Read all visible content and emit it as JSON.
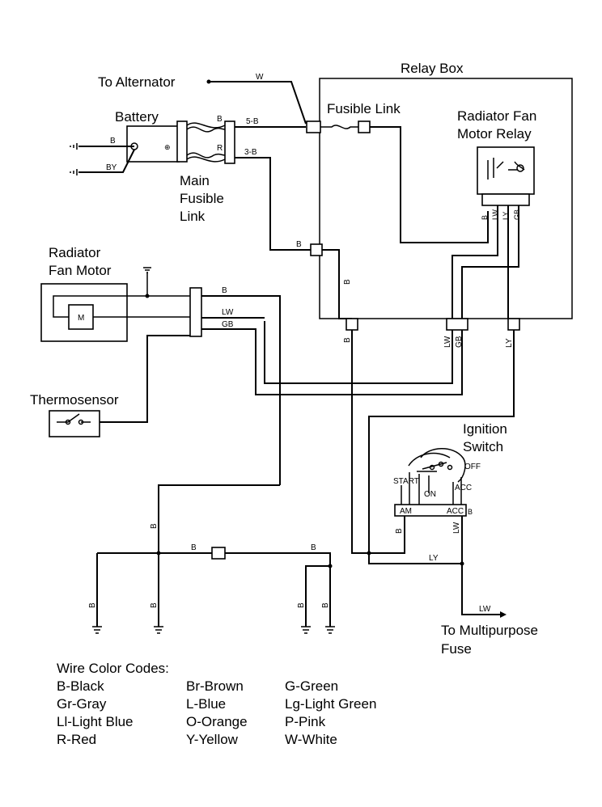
{
  "labels": {
    "to_alternator": "To Alternator",
    "relay_box": "Relay Box",
    "battery": "Battery",
    "fusible_link": "Fusible Link",
    "main_fusible_link": [
      "Main",
      "Fusible",
      "Link"
    ],
    "radiator_fan_motor_relay": [
      "Radiator Fan",
      "Motor Relay"
    ],
    "radiator_fan_motor": [
      "Radiator",
      "Fan Motor"
    ],
    "motor_symbol": "M",
    "thermosensor": "Thermosensor",
    "ignition_switch": [
      "Ignition",
      "Switch"
    ],
    "to_multipurpose_fuse": [
      "To Multipurpose",
      "Fuse"
    ]
  },
  "ignition_positions": {
    "start": "START",
    "off": "OFF",
    "on": "ON",
    "acc": "ACC",
    "am_terminal": "AM",
    "acc_terminal": "ACC"
  },
  "wire_tags": {
    "w_alt": "W",
    "b_batt": "B",
    "by_batt": "BY",
    "b_link": "B",
    "r_link": "R",
    "b5": "5-B",
    "b3": "3-B",
    "b_relay_in": "B",
    "b_relay_vert": "B",
    "b_relay_bottom": "B",
    "lw_bottom": "LW",
    "gb_bottom": "GB",
    "ly_bottom": "LY",
    "relay_b": "B",
    "relay_lw": "LW",
    "relay_ly": "LY",
    "relay_gb": "GB",
    "motor_b": "B",
    "motor_lw": "LW",
    "motor_gb": "GB",
    "b_ground_vert": "B",
    "b_ground_left": "B",
    "b_ground_mid": "B",
    "b_ground_right_a": "B",
    "b_ground_right_b": "B",
    "b_horiz_1": "B",
    "b_horiz_2": "B",
    "ign_b": "B",
    "ign_b2": "B",
    "ign_lw": "LW",
    "ly_join": "LY",
    "lw_fuse": "LW"
  },
  "legend": {
    "title": "Wire Color Codes:",
    "codes": [
      [
        "B-Black",
        "Br-Brown",
        "G-Green"
      ],
      [
        "Gr-Gray",
        "L-Blue",
        "Lg-Light Green"
      ],
      [
        "Ll-Light Blue",
        "O-Orange",
        "P-Pink"
      ],
      [
        "R-Red",
        "Y-Yellow",
        "W-White"
      ]
    ]
  }
}
